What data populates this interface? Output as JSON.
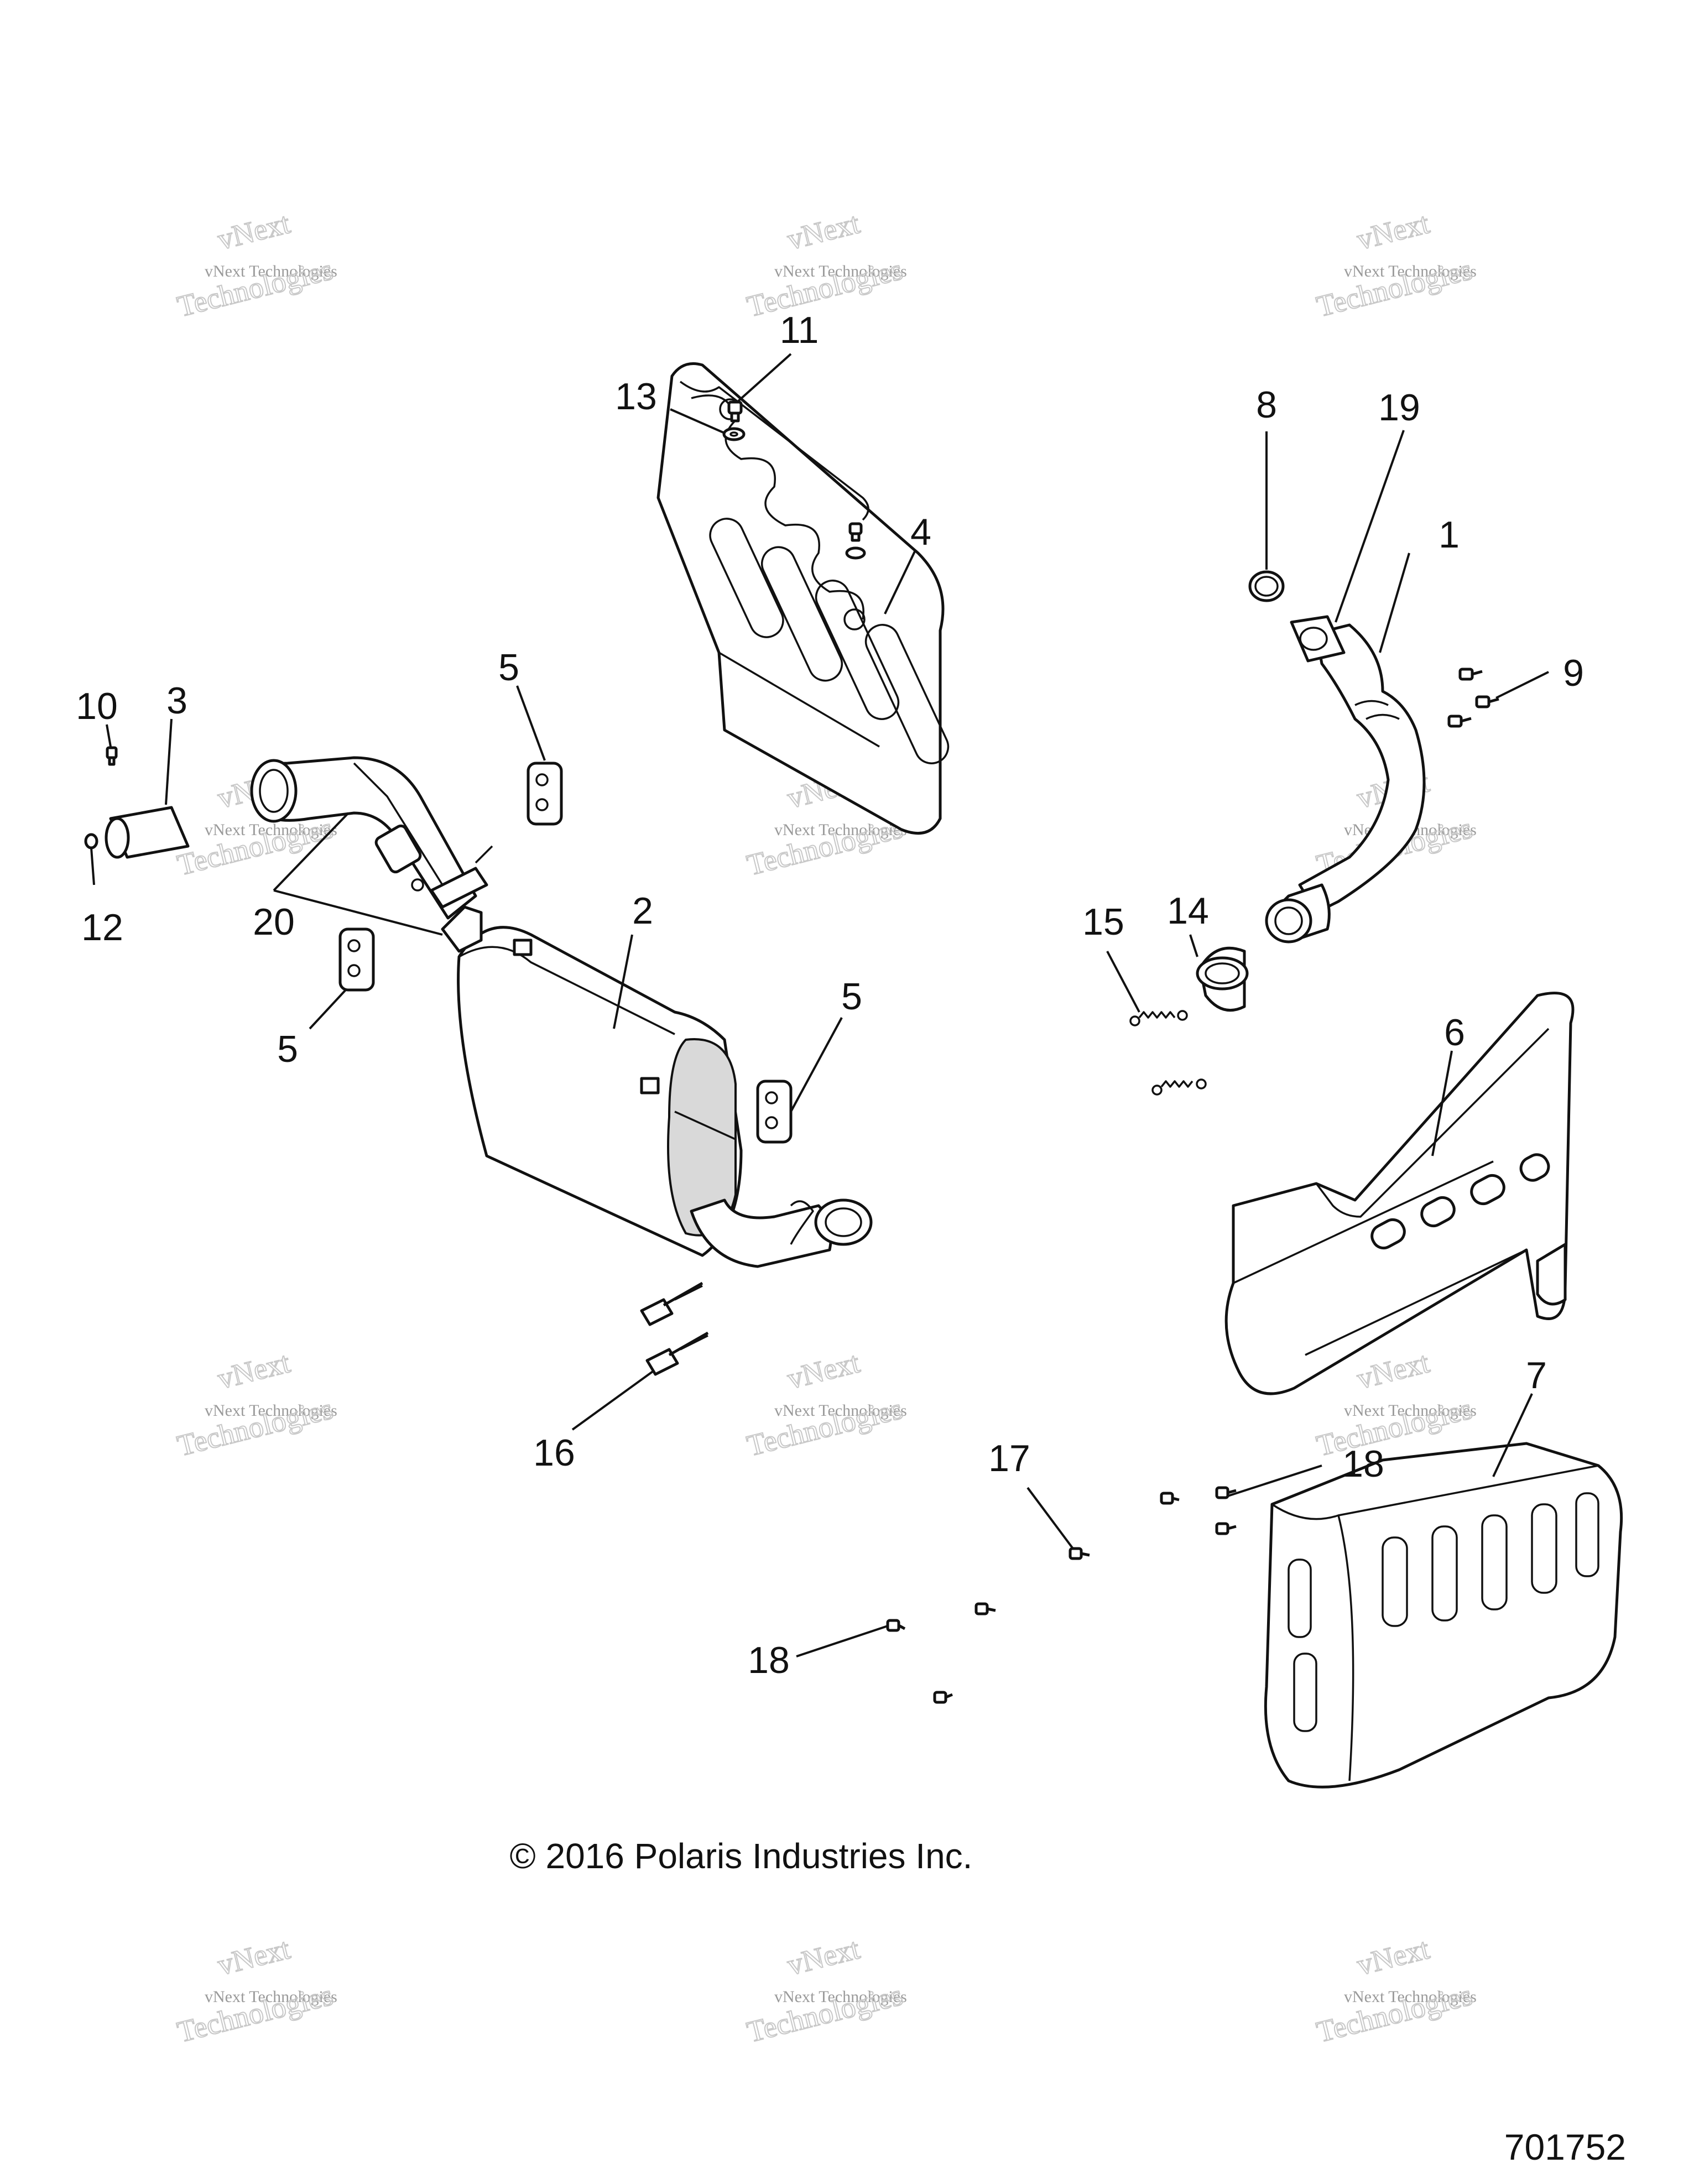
{
  "callouts": [
    {
      "id": "1",
      "label": "1"
    },
    {
      "id": "2",
      "label": "2"
    },
    {
      "id": "3",
      "label": "3"
    },
    {
      "id": "4",
      "label": "4"
    },
    {
      "id": "5a",
      "label": "5"
    },
    {
      "id": "5b",
      "label": "5"
    },
    {
      "id": "5c",
      "label": "5"
    },
    {
      "id": "6",
      "label": "6"
    },
    {
      "id": "7",
      "label": "7"
    },
    {
      "id": "8",
      "label": "8"
    },
    {
      "id": "9",
      "label": "9"
    },
    {
      "id": "10",
      "label": "10"
    },
    {
      "id": "11",
      "label": "11"
    },
    {
      "id": "12",
      "label": "12"
    },
    {
      "id": "13",
      "label": "13"
    },
    {
      "id": "14",
      "label": "14"
    },
    {
      "id": "15",
      "label": "15"
    },
    {
      "id": "16",
      "label": "16"
    },
    {
      "id": "17",
      "label": "17"
    },
    {
      "id": "18a",
      "label": "18"
    },
    {
      "id": "18b",
      "label": "18"
    },
    {
      "id": "19",
      "label": "19"
    },
    {
      "id": "20",
      "label": "20"
    }
  ],
  "watermark": {
    "line1": "vNext Technologies",
    "line2": "vNext",
    "line3": "Technologies"
  },
  "copyright": "© 2016 Polaris Industries Inc.",
  "drawing_number": "701752"
}
